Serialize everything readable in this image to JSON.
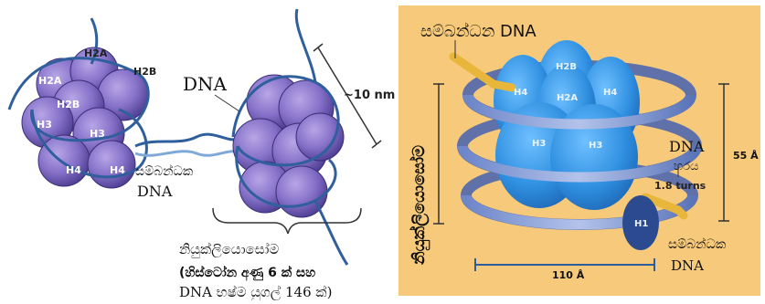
{
  "left_panel": {
    "histones": {
      "h2a_top": "H2A",
      "h2a_left": "H2A",
      "h2b_right": "H2B",
      "h2b_inner": "H2B",
      "h3_left": "H3",
      "h3_center": "H3",
      "h4_left": "H4",
      "h4_right": "H4"
    },
    "dna_label": "DNA",
    "scale_label": "~10 nm",
    "linker_label_line1": "සම්බන්ධක",
    "linker_label_line2": "DNA",
    "nucleosome_line1": "නියුක්ලියොසෝම",
    "nucleosome_line2": "(හිස්ටෝන අණු 6 ක් සහ",
    "nucleosome_line3": "DNA භෂ්ම යුගල් 146 ක්)"
  },
  "right_panel": {
    "background_color": "#f7c97a",
    "core_color": "#2f8fe0",
    "linker_top_label": "සම්බන්ධන DNA",
    "vertical_title": "නියුක්ලියොසෝම",
    "core_labels": {
      "h2b": "H2B",
      "h4_left": "H4",
      "h2a": "H2A",
      "h4_right": "H4",
      "h3_left": "H3",
      "h3_right": "H3",
      "h1": "H1"
    },
    "dna_core_line1": "DNA",
    "dna_core_line2": "හරය",
    "turns": "1.8 turns",
    "height_dim": "55 Å",
    "width_dim": "110 Å",
    "linker_bottom_line1": "සම්බන්ධක",
    "linker_bottom_line2": "DNA"
  }
}
